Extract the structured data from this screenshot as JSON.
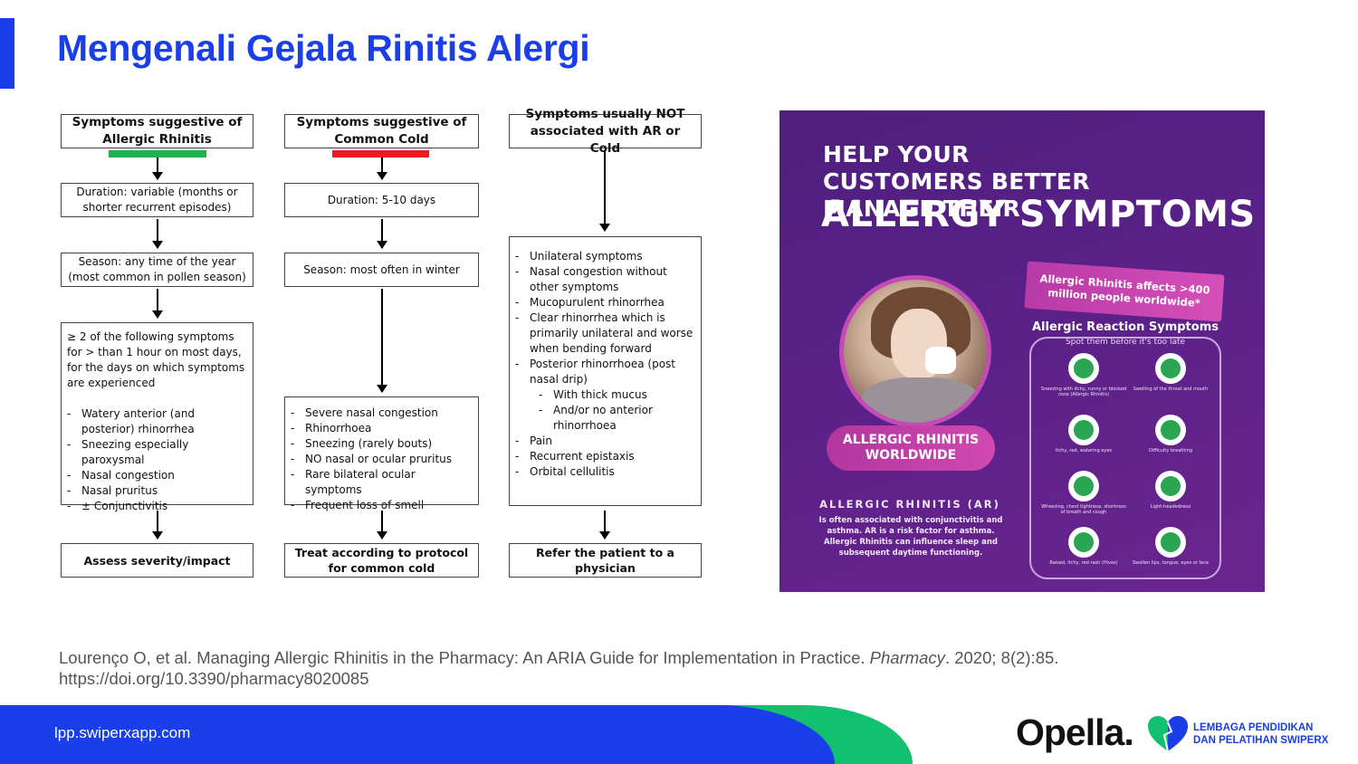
{
  "slide": {
    "title": "Mengenali Gejala Rinitis Alergi"
  },
  "colors": {
    "brand_blue": "#1a3ee8",
    "brand_green": "#13c06f",
    "allergic_bar": "#22b14c",
    "cold_bar": "#ed1c24",
    "poster_purple": "#5a2188"
  },
  "flowchart": {
    "col1": {
      "header": "Symptoms suggestive of Allergic Rhinitis",
      "duration": "Duration: variable (months or shorter recurrent episodes)",
      "season": "Season: any time of the year (most common in pollen season)",
      "intro": "≥ 2 of the following symptoms for > than 1 hour on most days, for the days on which symptoms are experienced",
      "items": [
        "Watery anterior (and posterior) rhinorrhea",
        "Sneezing especially paroxysmal",
        "Nasal congestion",
        "Nasal pruritus",
        "± Conjunctivitis"
      ],
      "final": "Assess severity/impact"
    },
    "col2": {
      "header": "Symptoms suggestive of Common Cold",
      "duration": "Duration: 5-10 days",
      "season": "Season: most often in winter",
      "items": [
        "Severe nasal congestion",
        "Rhinorrhoea",
        "Sneezing (rarely bouts)",
        "NO nasal or ocular pruritus",
        "Rare bilateral ocular symptoms",
        "Frequent loss of smell"
      ],
      "final": "Treat according to protocol for common cold"
    },
    "col3": {
      "header": "Symptoms usually NOT associated with AR or Cold",
      "items": [
        "Unilateral symptoms",
        "Nasal congestion without other symptoms",
        "Mucopurulent rhinorrhea",
        "Clear rhinorrhea which is primarily unilateral and worse when bending forward",
        "Posterior rhinorrhoea (post nasal drip)"
      ],
      "subitems": [
        "With thick mucus",
        "And/or no anterior rhinorrhoea"
      ],
      "items_after": [
        "Pain",
        "Recurrent epistaxis",
        "Orbital cellulitis"
      ],
      "final": "Refer the patient to a physician"
    }
  },
  "poster": {
    "headline": "HELP YOUR CUSTOMERS BETTER MANAGE THEIR",
    "headline_big": "ALLERGY SYMPTOMS",
    "ribbon": "Allergic Rhinitis affects >400 million people worldwide*",
    "pill": "ALLERGIC RHINITIS WORLDWIDE",
    "ar_heading": "ALLERGIC RHINITIS (AR)",
    "ar_body": "Is often associated with conjunctivitis and asthma. AR is a risk factor for asthma. Allergic Rhinitis can influence sleep and subsequent daytime functioning.",
    "symptoms_title": "Allergic Reaction Symptoms",
    "symptoms_subtitle": "Spot them before it's too late",
    "symptoms": [
      {
        "label": "Sneezing with itchy, runny or blocked nose (Allergic Rhinitis)",
        "icon": "nose-icon"
      },
      {
        "label": "Swelling of the throat and mouth",
        "icon": "throat-icon"
      },
      {
        "label": "Itchy, red, watering eyes",
        "icon": "eye-icon"
      },
      {
        "label": "Difficulty breathing",
        "icon": "breathing-icon"
      },
      {
        "label": "Wheezing, chest tightness, shortness of breath and cough",
        "icon": "lungs-icon"
      },
      {
        "label": "Light-headedness",
        "icon": "head-icon"
      },
      {
        "label": "Raised, itchy, red rash (Hives)",
        "icon": "rash-icon"
      },
      {
        "label": "Swollen lips, tongue, eyes or face",
        "icon": "lips-icon"
      }
    ]
  },
  "citation": {
    "text": "Lourenço O, et al. Managing Allergic Rhinitis in the Pharmacy: An ARIA Guide for Implementation in Practice.",
    "journal": "Pharmacy",
    "details": ". 2020; 8(2):85.",
    "doi": "https://doi.org/10.3390/pharmacy8020085"
  },
  "footer": {
    "url": "lpp.swiperxapp.com",
    "brand": "Opella.",
    "partner_line1": "LEMBAGA PENDIDIKAN",
    "partner_line2": "DAN PELATIHAN SWIPERX"
  }
}
